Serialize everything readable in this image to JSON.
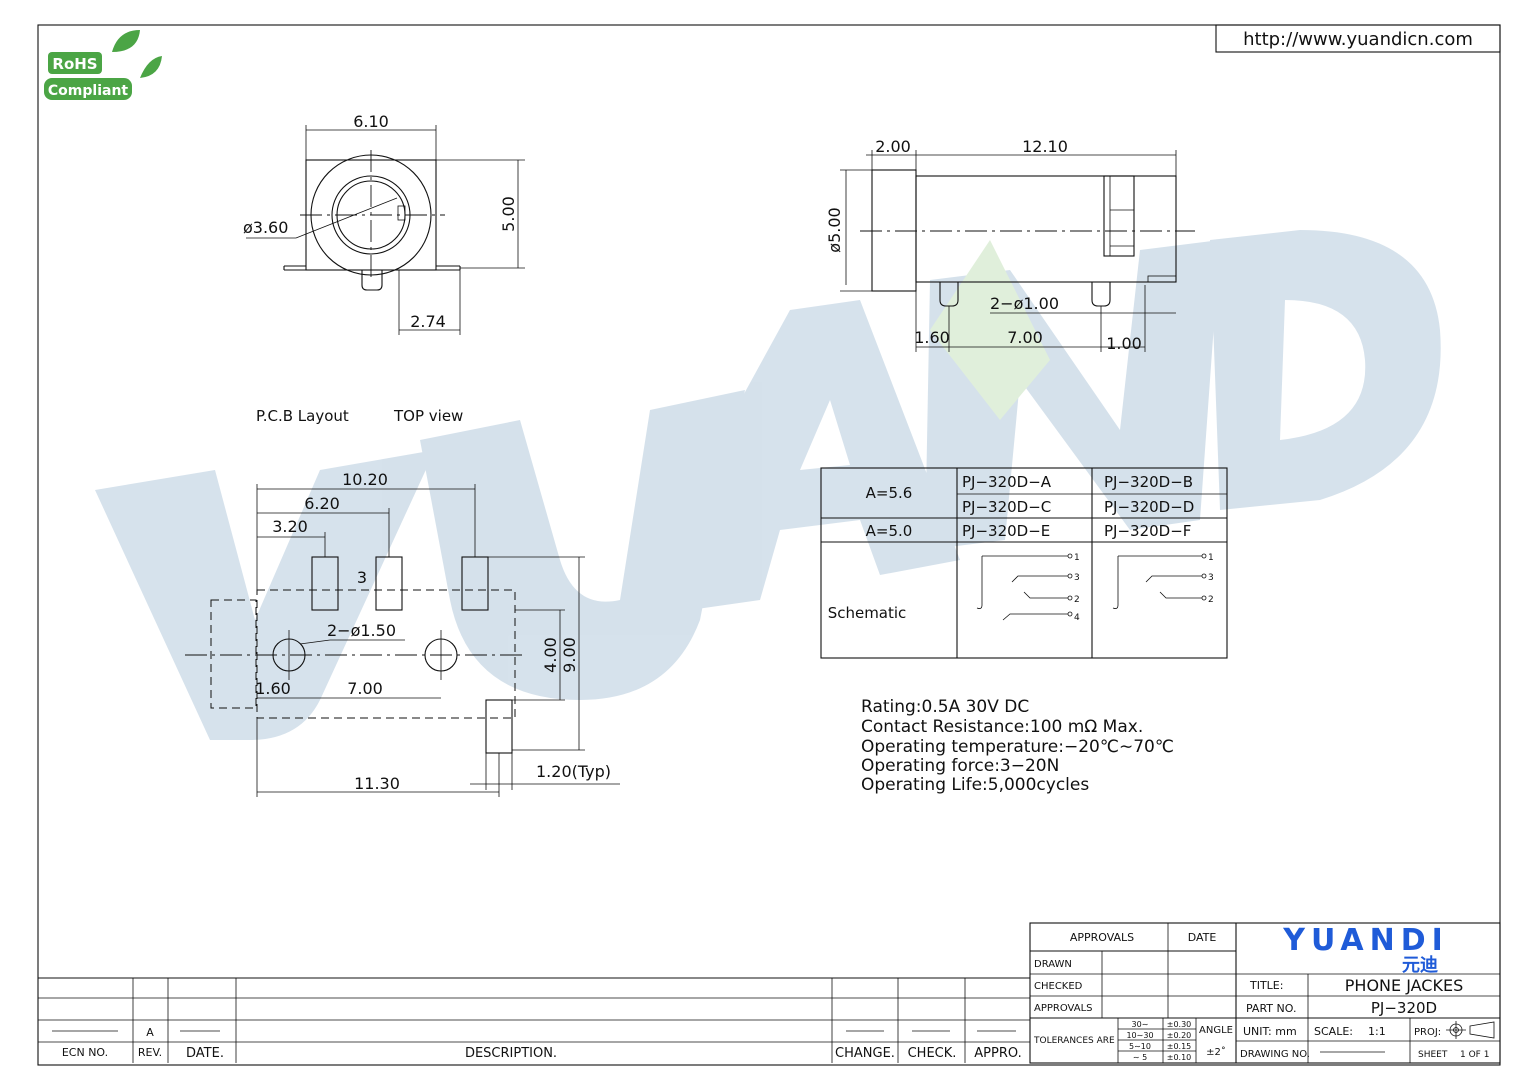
{
  "url": "http://www.yuandicn.com",
  "rohs": {
    "line1": "RoHS",
    "line2": "Compliant"
  },
  "watermark": "YUANDI",
  "front_view": {
    "width": "6.10",
    "hole_dia": "ø3.60",
    "height": "5.00",
    "offset": "2.74"
  },
  "side_view": {
    "flange": "2.00",
    "length": "12.10",
    "body_dia": "ø5.00",
    "pins": "2−ø1.00",
    "pin_offset": "1.60",
    "pin_pitch": "7.00",
    "tail": "1.00"
  },
  "pcb": {
    "title": "P.C.B  Layout",
    "view": "TOP  view",
    "d1": "10.20",
    "d2": "6.20",
    "d3": "3.20",
    "pad_label": "3",
    "holes": "2−ø1.50",
    "h_offset": "1.60",
    "h_pitch": "7.00",
    "v1": "4.00",
    "v2": "9.00",
    "total": "11.30",
    "pad_w": "1.20(Typ)"
  },
  "variants": {
    "rows": [
      {
        "a": "A=5.6",
        "left": [
          "PJ−320D−A",
          "PJ−320D−C"
        ],
        "right": [
          "PJ−320D−B",
          "PJ−320D−D"
        ]
      },
      {
        "a": "A=5.0",
        "left": [
          "PJ−320D−E"
        ],
        "right": [
          "PJ−320D−F"
        ]
      }
    ],
    "schematic_label": "Schematic",
    "pins_left": [
      "1",
      "3",
      "2",
      "4"
    ],
    "pins_right": [
      "1",
      "3",
      "2"
    ]
  },
  "specs": [
    "Rating:0.5A  30V  DC",
    "Contact  Resistance:100  mΩ  Max.",
    "Operating  temperature:−20℃∼70℃",
    "Operating  force:3−20N",
    "Operating  Life:5,000cycles"
  ],
  "title_block": {
    "approvals_header": "APPROVALS",
    "date_header": "DATE",
    "drawn": "DRAWN",
    "checked": "CHECKED",
    "approvals": "APPROVALS",
    "logo": "YUANDI",
    "logo_cn": "元迪",
    "title_label": "TITLE:",
    "title": "PHONE  JACKES",
    "part_label": "PART  NO.",
    "part": "PJ−320D",
    "tolerances": "TOLERANCES  ARE",
    "tol_ranges": [
      "30∼",
      "10∼30",
      "5∼10",
      "∼ 5"
    ],
    "tol_values": [
      "±0.30",
      "±0.20",
      "±0.15",
      "±0.10"
    ],
    "angle": "ANGLE",
    "angle_val": "±2˚",
    "unit": "UNIT:  mm",
    "scale_label": "SCALE:",
    "scale": "1:1",
    "proj": "PROJ:",
    "drawing_no": "DRAWING  NO.",
    "sheet": "SHEET",
    "sheet_val": "1  OF  1"
  },
  "revision": {
    "rev": "A",
    "headers": [
      "ECN  NO.",
      "REV.",
      "DATE.",
      "DESCRIPTION.",
      "CHANGE.",
      "CHECK.",
      "APPRO."
    ]
  },
  "colors": {
    "watermark_blue": "#1c5f95",
    "watermark_green": "#5aaa3c",
    "logo_blue": "#1f5bd8"
  }
}
